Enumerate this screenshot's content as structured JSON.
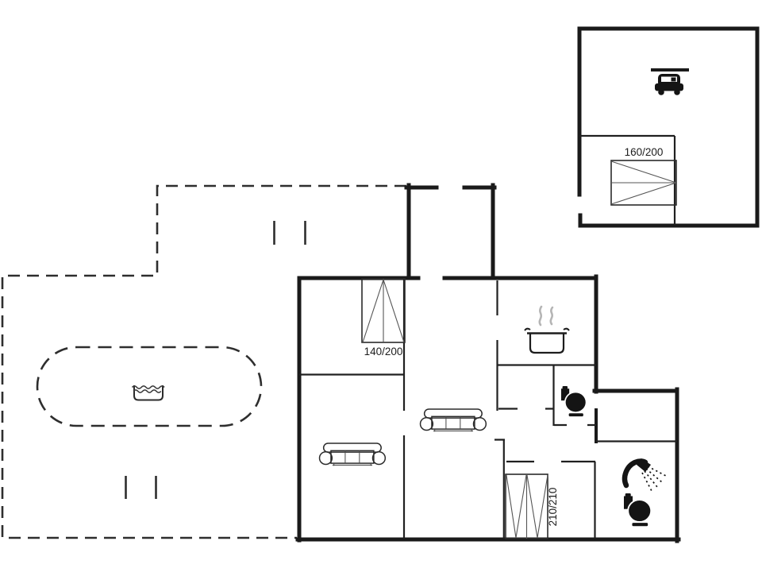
{
  "floorplan": {
    "colors": {
      "background": "#ffffff",
      "wall": "#1a1a1a",
      "terrace_dash": "#2e2e2e",
      "steam": "#b5b5b5",
      "icon_black": "#141414"
    },
    "annex": {
      "bed_label": "160/200"
    },
    "house": {
      "upper_bed_label": "140/200",
      "lower_bed_label": "210/210"
    },
    "icons": {
      "car": "car-icon (carport)",
      "water": "water-icon (pool/spa)",
      "pot": "cooking-pot-icon (kitchen)",
      "toilet": "toilet-icon (wc)",
      "shower": "shower-icon (bathroom)",
      "sofa": "sofa-icon (living room)",
      "bed": "bed-icon (bedroom)"
    }
  }
}
